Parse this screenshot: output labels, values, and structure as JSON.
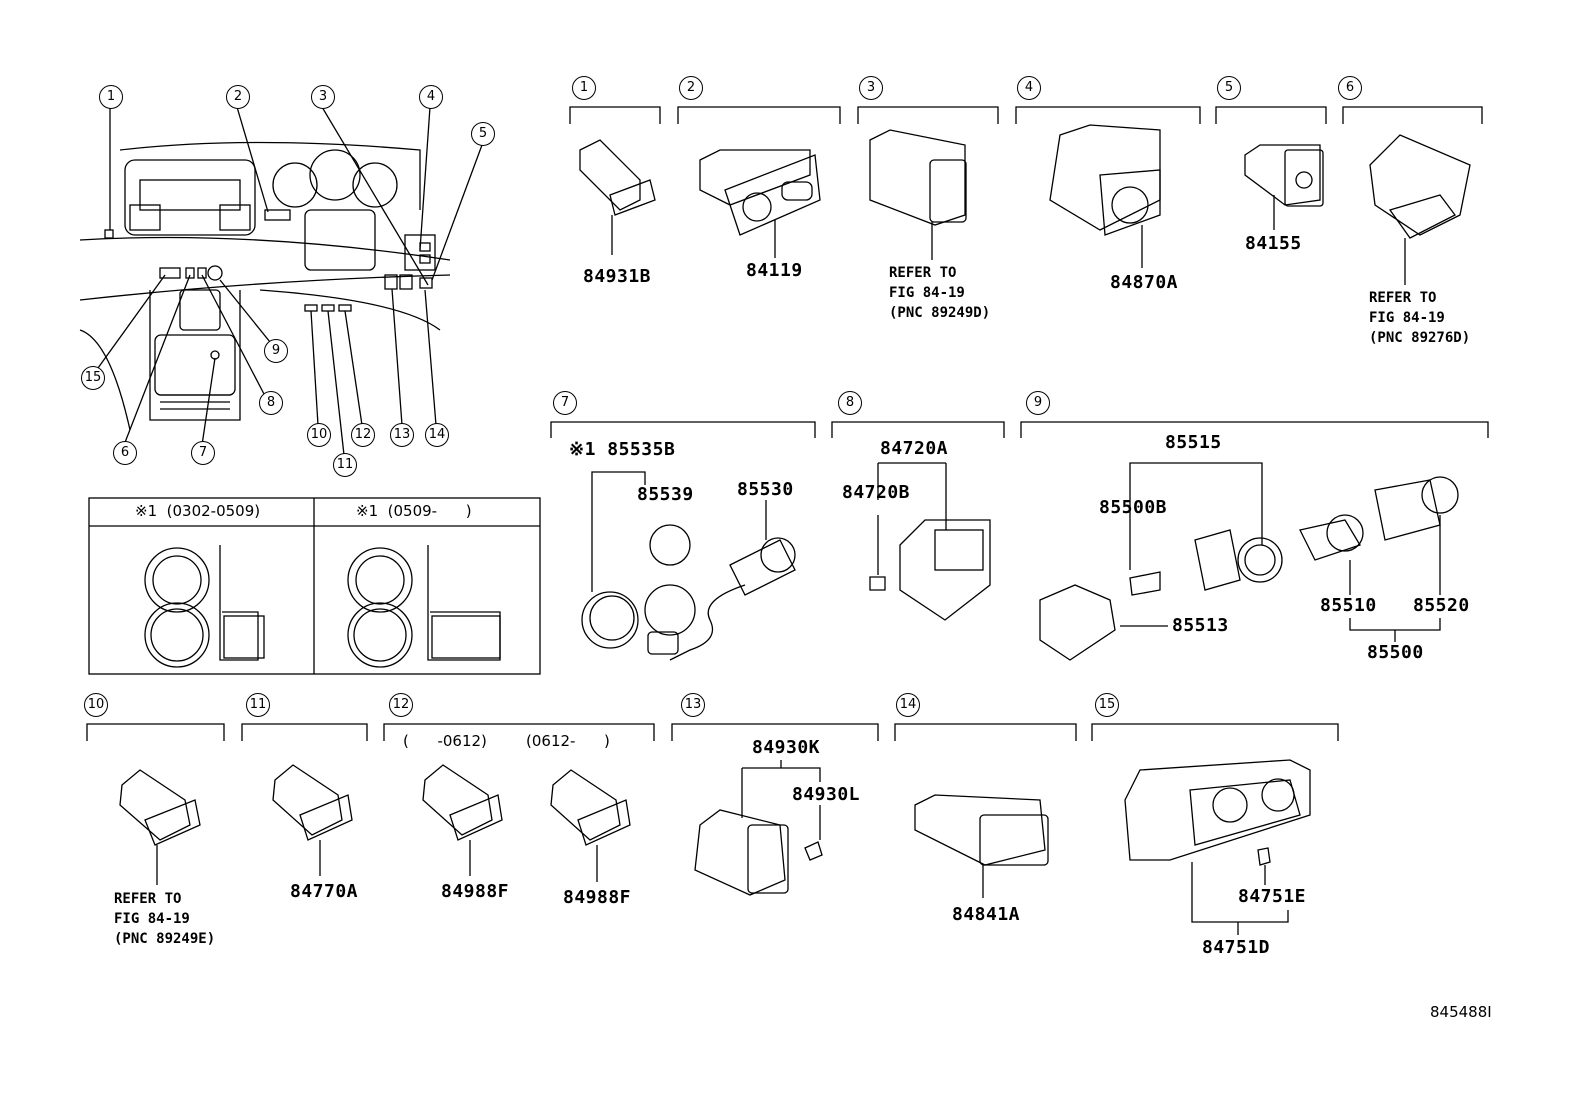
{
  "diagram": {
    "code": "845488I",
    "overview_callouts": [
      "1",
      "2",
      "3",
      "4",
      "5",
      "6",
      "7",
      "8",
      "9",
      "10",
      "11",
      "12",
      "13",
      "14",
      "15"
    ],
    "inset_table": {
      "col1": "※1  (0302-0509)",
      "col2": "※1  (0509-      )"
    },
    "groups": [
      {
        "num": "1",
        "parts": [
          "84931B"
        ]
      },
      {
        "num": "2",
        "parts": [
          "84119"
        ]
      },
      {
        "num": "3",
        "ref": [
          "REFER TO",
          "FIG 84-19",
          "(PNC 89249D)"
        ]
      },
      {
        "num": "4",
        "parts": [
          "84870A"
        ]
      },
      {
        "num": "5",
        "parts": [
          "84155"
        ]
      },
      {
        "num": "6",
        "ref": [
          "REFER TO",
          "FIG 84-19",
          "(PNC 89276D)"
        ]
      },
      {
        "num": "7",
        "parts": [
          "※1 85535B",
          "85539",
          "85530"
        ]
      },
      {
        "num": "8",
        "parts": [
          "84720A",
          "84720B"
        ]
      },
      {
        "num": "9",
        "parts": [
          "85515",
          "85500B",
          "85513",
          "85510",
          "85520",
          "85500"
        ]
      },
      {
        "num": "10",
        "ref": [
          "REFER TO",
          "FIG 84-19",
          "(PNC 89249E)"
        ]
      },
      {
        "num": "11",
        "parts": [
          "84770A"
        ]
      },
      {
        "num": "12",
        "date_left": "(      -0612)",
        "date_right": "(0612-      )",
        "parts": [
          "84988F",
          "84988F"
        ]
      },
      {
        "num": "13",
        "parts": [
          "84930K",
          "84930L"
        ]
      },
      {
        "num": "14",
        "parts": [
          "84841A"
        ]
      },
      {
        "num": "15",
        "parts": [
          "84751E",
          "84751D"
        ]
      }
    ]
  }
}
